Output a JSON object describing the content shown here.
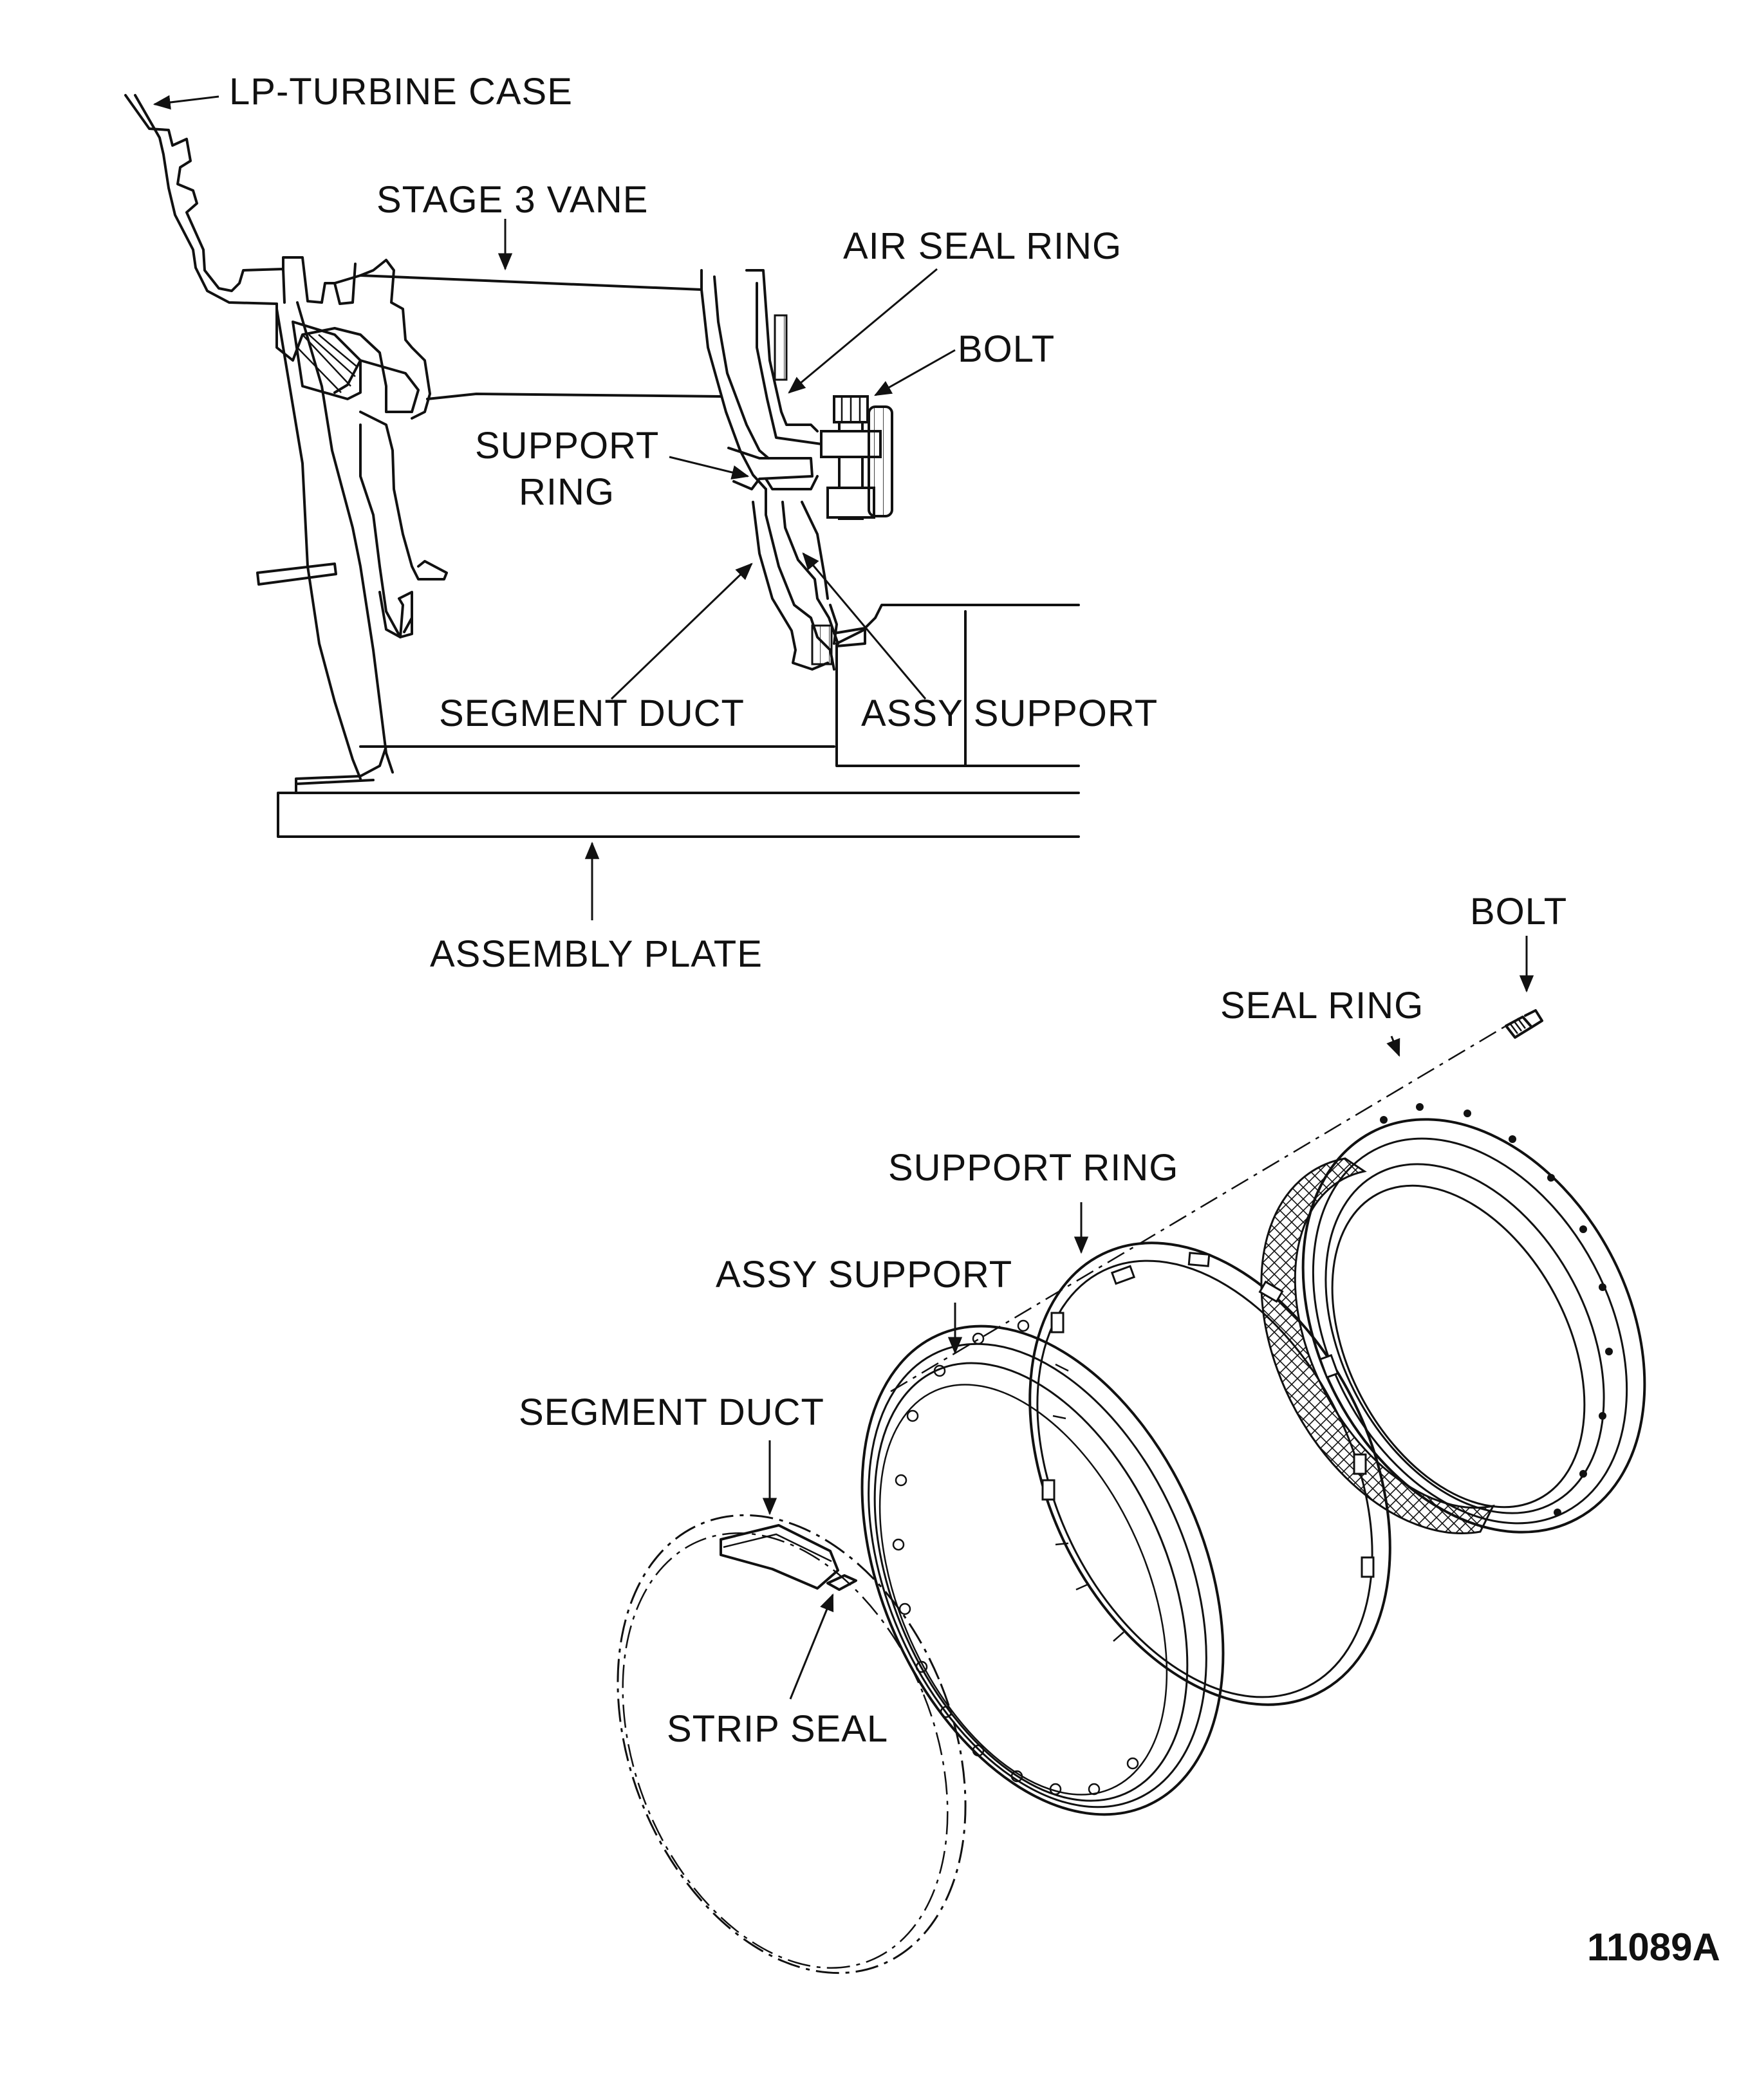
{
  "section_view": {
    "labels": {
      "lp_turbine_case": "LP-TURBINE CASE",
      "stage_3_vane": "STAGE 3 VANE",
      "air_seal_ring": "AIR SEAL RING",
      "bolt": "BOLT",
      "support_ring_line1": "SUPPORT",
      "support_ring_line2": "RING",
      "segment_duct": "SEGMENT DUCT",
      "assy_support": "ASSY SUPPORT",
      "assembly_plate": "ASSEMBLY PLATE"
    }
  },
  "exploded_view": {
    "labels": {
      "bolt": "BOLT",
      "seal_ring": "SEAL RING",
      "support_ring": "SUPPORT RING",
      "assy_support": "ASSY SUPPORT",
      "segment_duct": "SEGMENT DUCT",
      "strip_seal": "STRIP SEAL"
    }
  },
  "figure_number": "11089A"
}
